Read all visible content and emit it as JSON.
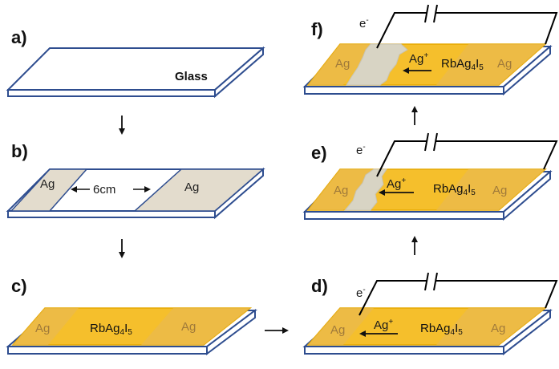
{
  "panels": [
    {
      "id": "a",
      "label": "a)",
      "substrate": "Glass"
    },
    {
      "id": "b",
      "label": "b)",
      "electrode": "Ag",
      "gap": "6cm"
    },
    {
      "id": "c",
      "label": "c)",
      "electrode": "Ag",
      "electrolyte_base": "RbAg",
      "sub1": "4",
      "mid": "I",
      "sub2": "5"
    },
    {
      "id": "d",
      "label": "d)",
      "electrode": "Ag",
      "ion_base": "Ag",
      "ion_charge": "+",
      "electron_base": "e",
      "electron_charge": "-",
      "electrolyte_base": "RbAg",
      "sub1": "4",
      "mid": "I",
      "sub2": "5"
    },
    {
      "id": "e",
      "label": "e)",
      "electrode": "Ag",
      "ion_base": "Ag",
      "ion_charge": "+",
      "electron_base": "e",
      "electron_charge": "-",
      "electrolyte_base": "RbAg",
      "sub1": "4",
      "mid": "I",
      "sub2": "5"
    },
    {
      "id": "f",
      "label": "f)",
      "electrode": "Ag",
      "ion_base": "Ag",
      "ion_charge": "+",
      "electron_base": "e",
      "electron_charge": "-",
      "electrolyte_base": "RbAg",
      "sub1": "4",
      "mid": "I",
      "sub2": "5"
    }
  ],
  "colors": {
    "glass_outline": "#2e4d8f",
    "glass_fill": "#ffffff",
    "silver": "#e3dccd",
    "electrolyte": "#f5bf2c",
    "electrolyte_edge": "#e6a800",
    "wire": "#000000"
  }
}
